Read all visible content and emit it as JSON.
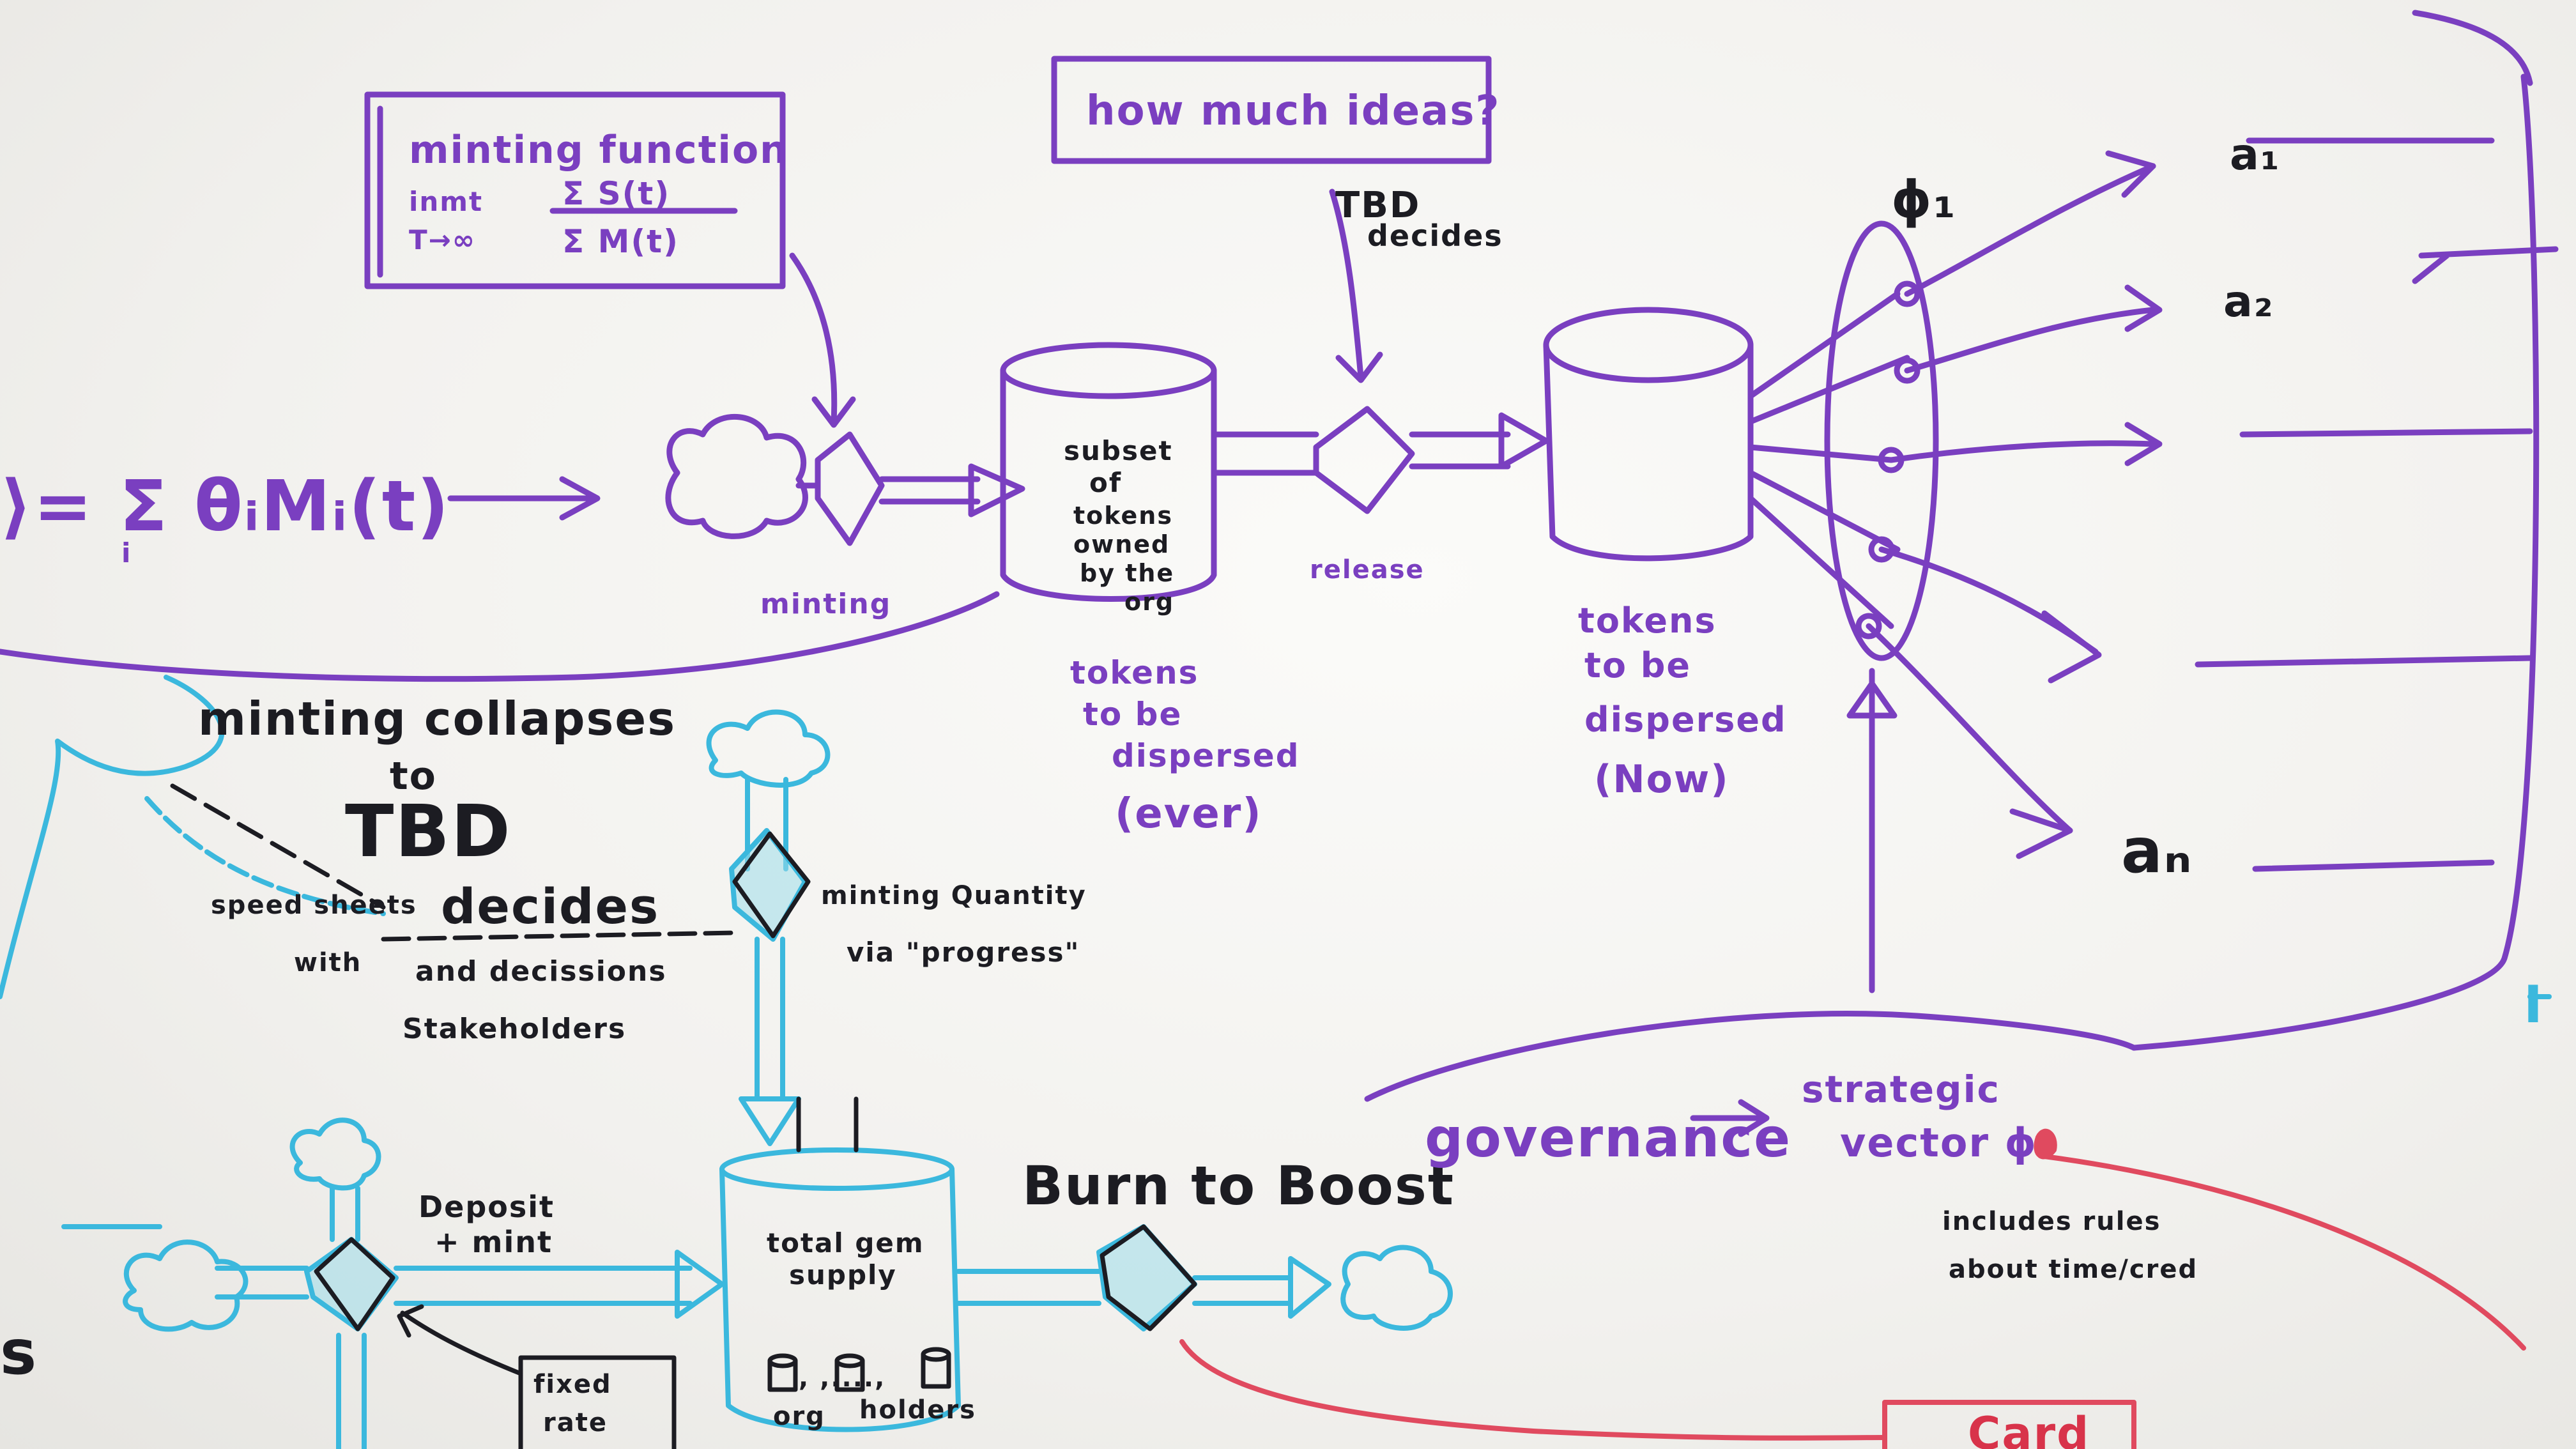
{
  "top": {
    "formula_left": "⟩= Σ θᵢMᵢ(t)",
    "formula_sub": "i",
    "minting_box": {
      "title": "minting function",
      "row1_label": "inmt",
      "row1_expr": "Σ S(t)",
      "row2_label": "T→∞",
      "row2_expr": "Σ M(t)"
    },
    "minting_label": "minting",
    "pool1_text": [
      "subset",
      "of",
      "tokens",
      "owned",
      "by the",
      "org"
    ],
    "pool1_caption": [
      "tokens",
      "to be",
      "dispersed",
      "(ever)"
    ],
    "how_much_box": "how much ideas?",
    "tbd_decides_top": [
      "TBD",
      "decides"
    ],
    "release_label": "release",
    "pool2_caption": [
      "tokens",
      "to be",
      "dispersed",
      "(Now)"
    ],
    "phi1": "ϕ₁",
    "outputs": [
      "a₁",
      "a₂",
      "aₙ"
    ]
  },
  "bottom": {
    "collapse_text": [
      "minting collapses",
      "to"
    ],
    "tbd_big": "TBD",
    "decides_big": "decides",
    "side_notes": [
      "speed sheets",
      "with",
      "and decissions",
      "Stakeholders"
    ],
    "minting_quantity": [
      "minting Quantity",
      "via \"progress\""
    ],
    "deposit_text": [
      "Deposit",
      "+ mint"
    ],
    "fixed_rate": [
      "fixed",
      "rate"
    ],
    "supply_text": [
      "total gem",
      "supply"
    ],
    "holders_text": [
      "org",
      "holders"
    ],
    "holders_dots": ",  ,....,",
    "burn_to_boost": "Burn to Boost",
    "governance": "governance",
    "strategic_vector": [
      "strategic",
      "vector ϕ"
    ],
    "includes_rules": [
      "includes rules",
      "about time/cred"
    ],
    "right_edge_mark": "I",
    "left_edge_mark": "s",
    "red_box_text": "Card"
  }
}
